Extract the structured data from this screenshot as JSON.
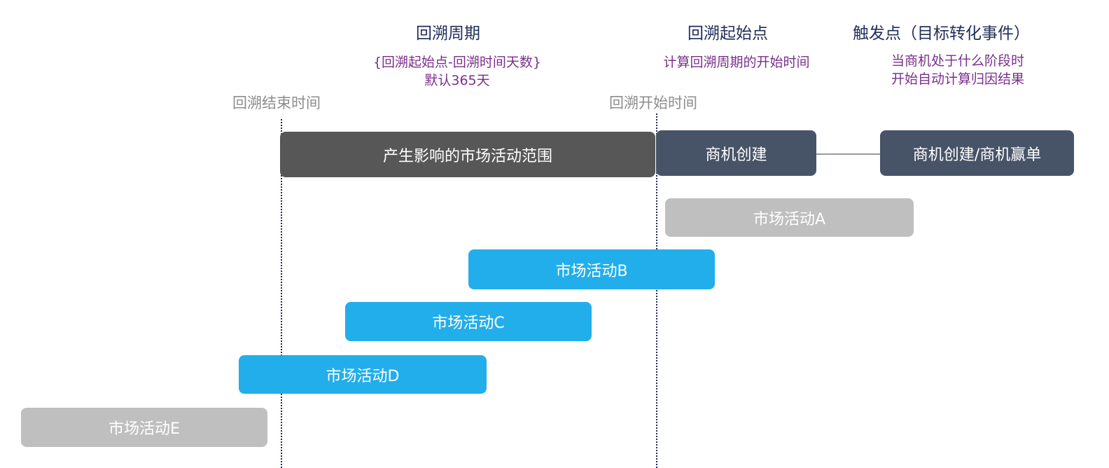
{
  "colors": {
    "influence_range": "#575757",
    "event_block": "#475468",
    "activity_inside": "#22aeea",
    "activity_outside": "#bfbfbf",
    "title_text": "#1f2d5a",
    "desc_text": "#7a2f8c",
    "marker_text": "#8c8c8c"
  },
  "headers": {
    "lookback_period": {
      "title": "回溯周期",
      "desc_lines": [
        "{回溯起始点-回溯时间天数}",
        "默认365天"
      ]
    },
    "lookback_start_point": {
      "title": "回溯起始点",
      "desc_lines": [
        "计算回溯周期的开始时间"
      ]
    },
    "trigger_point": {
      "title": "触发点（目标转化事件）",
      "desc_lines": [
        "当商机处于什么阶段时",
        "开始自动计算归因结果"
      ]
    }
  },
  "markers": {
    "end_time": "回溯结束时间",
    "start_time": "回溯开始时间"
  },
  "blocks": {
    "influence_range": "产生影响的市场活动范围",
    "opportunity_created": "商机创建",
    "opportunity_created_or_won": "商机创建/商机赢单"
  },
  "activities": [
    {
      "label": "市场活动A",
      "status": "outside"
    },
    {
      "label": "市场活动B",
      "status": "inside"
    },
    {
      "label": "市场活动C",
      "status": "inside"
    },
    {
      "label": "市场活动D",
      "status": "inside"
    },
    {
      "label": "市场活动E",
      "status": "outside"
    }
  ]
}
